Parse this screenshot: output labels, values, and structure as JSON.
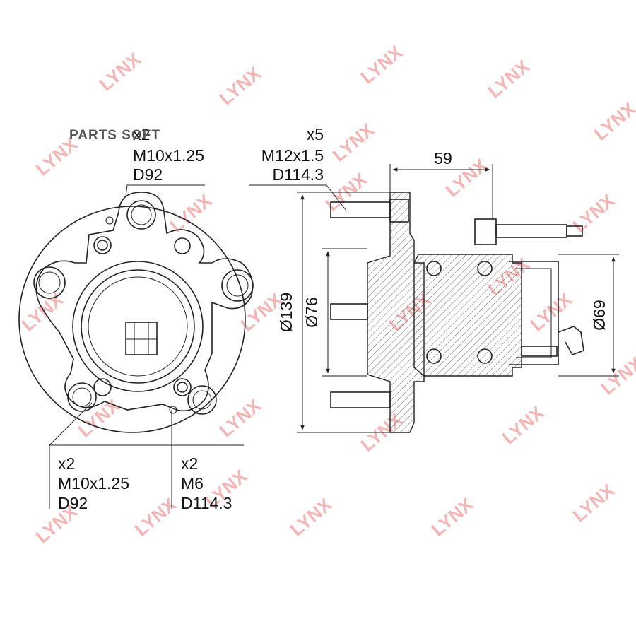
{
  "brand_text": "PARTS SOFT",
  "watermark_text": "LYNX",
  "colors": {
    "line": "#222222",
    "watermark": "#f3b6b6",
    "background": "#ffffff"
  },
  "front_view": {
    "callout_top": {
      "count": "x2",
      "thread": "M10x1.25",
      "diameter": "D92"
    },
    "callout_bottom_left": {
      "count": "x2",
      "thread": "M10x1.25",
      "diameter": "D92"
    },
    "callout_bottom_right": {
      "count": "x2",
      "thread": "M6",
      "diameter": "D114.3"
    }
  },
  "side_view": {
    "stud_callout": {
      "count": "x5",
      "thread": "M12x1.5",
      "diameter": "D114.3"
    },
    "width_dim": "59",
    "flange_dia": "Ø139",
    "pilot_dia": "Ø76",
    "bearing_dia": "Ø69"
  }
}
